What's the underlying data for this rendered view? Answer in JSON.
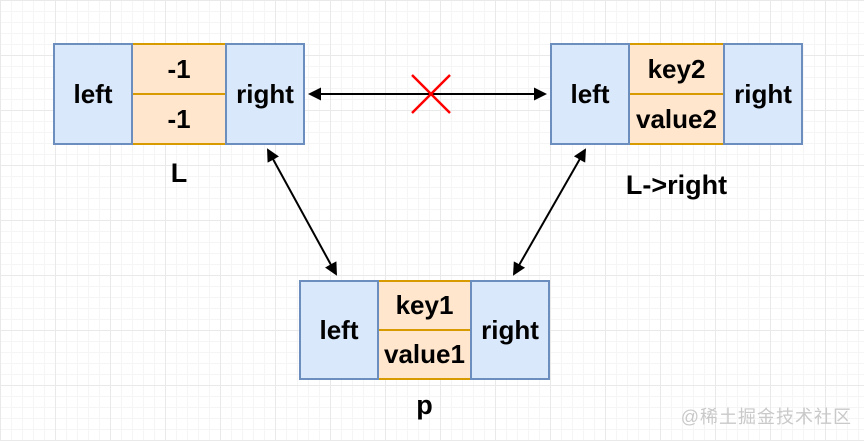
{
  "diagram": {
    "title_hint": "doubly linked list nodes",
    "nodes": {
      "L": {
        "label": "L",
        "left_ptr": "left",
        "right_ptr": "right",
        "key": "-1",
        "value": "-1"
      },
      "L_right": {
        "label": "L->right",
        "left_ptr": "left",
        "right_ptr": "right",
        "key": "key2",
        "value": "value2"
      },
      "p": {
        "label": "p",
        "left_ptr": "left",
        "right_ptr": "right",
        "key": "key1",
        "value": "value1"
      }
    },
    "colors": {
      "pointer_cell_fill": "#dae8fc",
      "pointer_cell_stroke": "#6c8ebf",
      "data_cell_fill": "#ffe6cc",
      "data_cell_stroke": "#d79b00",
      "arrow": "#000000",
      "cross": "#ff0000",
      "text": "#000000",
      "watermark_text": "#c9c9c9"
    },
    "watermark": "@稀土掘金技术社区"
  }
}
